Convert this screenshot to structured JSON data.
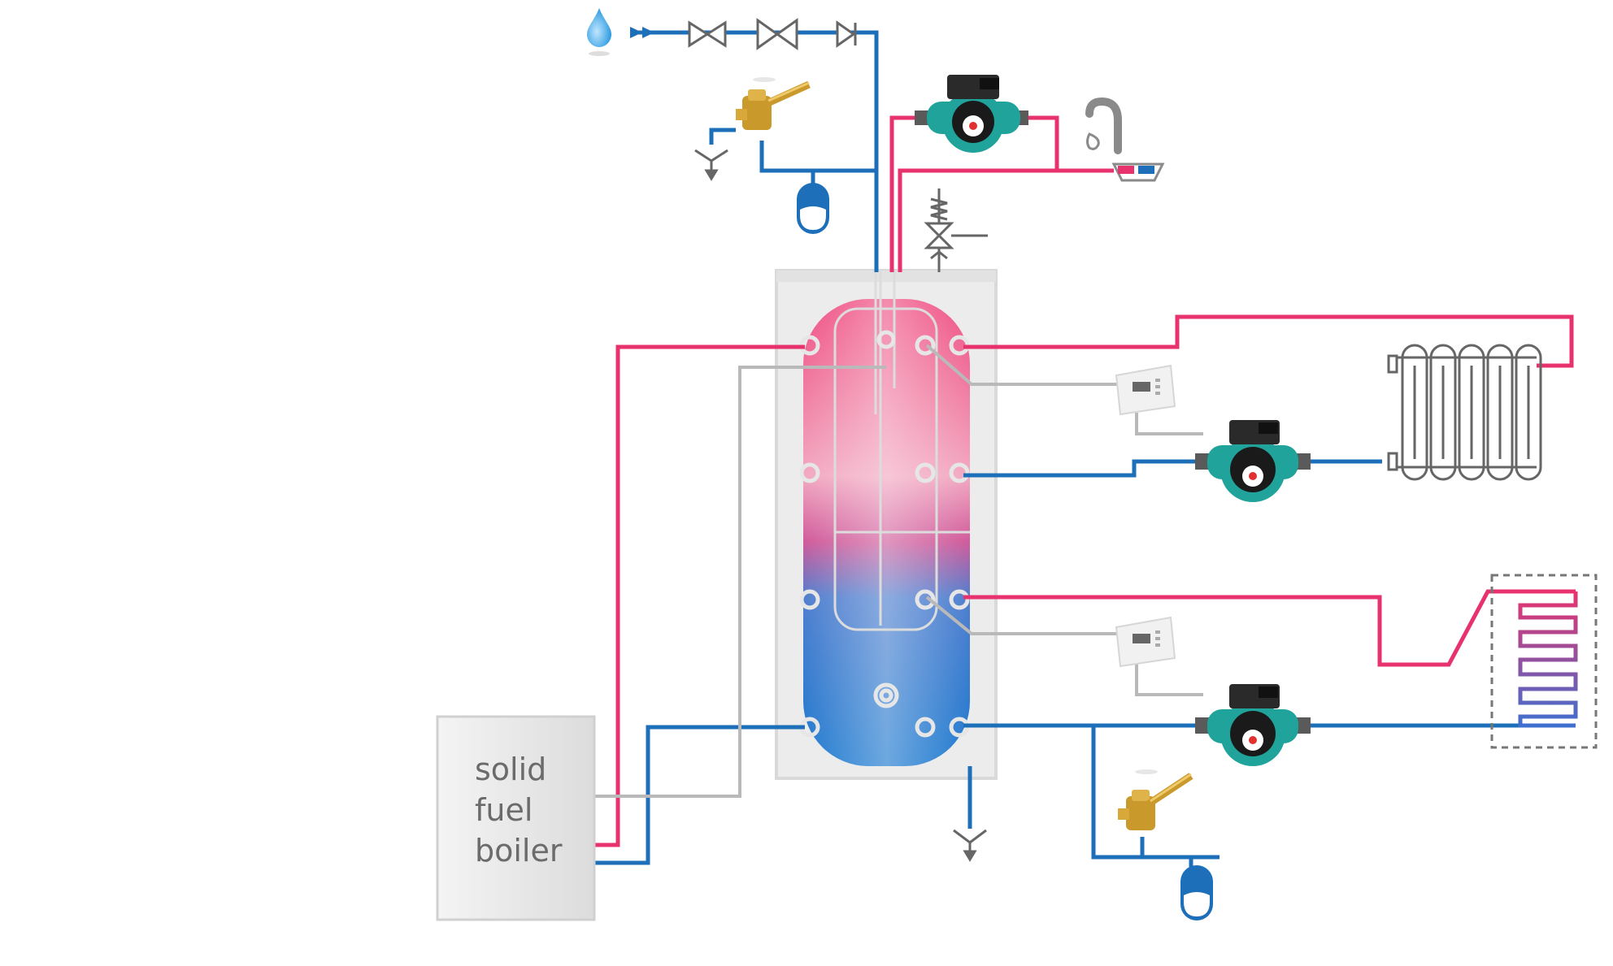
{
  "diagram": {
    "boiler": {
      "label_lines": [
        "solid",
        "fuel",
        "boiler"
      ]
    },
    "colors": {
      "hot": "#e8326e",
      "cold": "#1e6fba",
      "sensor": "#b9b9b9",
      "pump": "#1fa39a",
      "tank_frame": "#e3e3e3"
    },
    "icons": [
      "water-drop-icon",
      "valve-icon",
      "check-valve-icon",
      "safety-valve-icon",
      "pump-icon",
      "tap-icon",
      "expansion-vessel-icon",
      "thermostat-icon",
      "radiator-icon",
      "floor-heating-icon",
      "drain-icon",
      "mixing-valve-icon"
    ]
  }
}
